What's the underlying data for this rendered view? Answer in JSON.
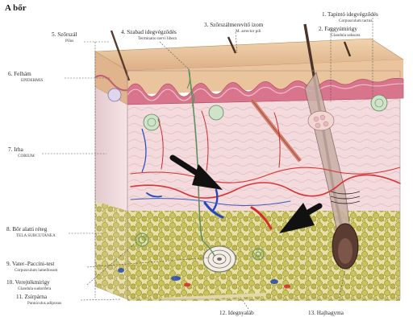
{
  "title": "A bőr",
  "labels": {
    "l1_main": "1. Tapintó idegvégződés",
    "l1_sub": "Corpusculum tactus",
    "l2_main": "2. Faggyúmirigy",
    "l2_sub": "Glandula sebacea",
    "l3_main": "3. Szőrszálmerevítő izom",
    "l3_sub": "M. arrector pili",
    "l4_main": "4. Szabad idegvégződés",
    "l4_sub": "Terminatio nervi libera",
    "l5_main": "5. Szőrszál",
    "l5_sub": "Pilus",
    "l6_main": "6. Felhám",
    "l6_sub": "EPIDERMIS",
    "l7_main": "7. Irha",
    "l7_sub": "CORIUM",
    "l8_main": "8. Bőr alatti réteg",
    "l8_sub": "TELA SUBCUTANEA",
    "l9_main": "9. Vater–Paccini-test",
    "l9_sub": "Corpusculum lamellosum",
    "l10_main": "10. Verejtékmirigy",
    "l10_sub": "Glandula sudorifera",
    "l11_main": "11. Zsírpárna",
    "l11_sub": "Panniculus adiposus",
    "l12_main": "12. Idegnyaláb",
    "l13_main": "13. Hajhagyma"
  },
  "colors": {
    "epidermis_top": "#e8c9a4",
    "dermis": "#f2d5d8",
    "papillae": "#d4728a",
    "fat": "#c8c25a",
    "artery": "#d42a2a",
    "vein": "#2448b8",
    "arrow": "#111111"
  }
}
